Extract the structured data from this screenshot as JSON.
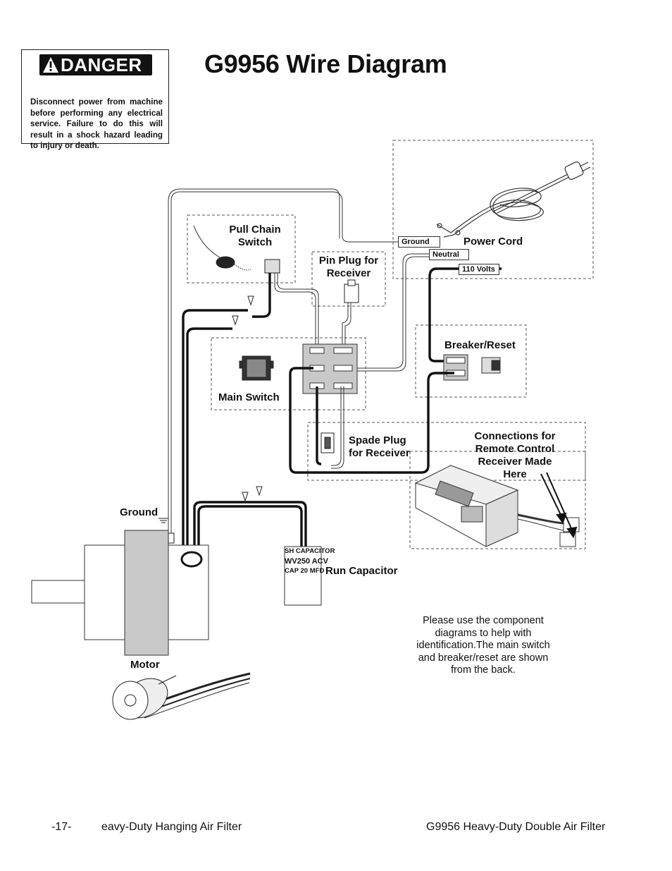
{
  "danger": {
    "label": "DANGER",
    "text": "Disconnect power from machine before performing any electrical service. Failure to do this will result in a shock hazard leading to injury or death."
  },
  "title": "G9956 Wire Diagram",
  "labels": {
    "pull_chain_switch": "Pull Chain Switch",
    "pin_plug": "Pin Plug for Receiver",
    "power_cord": "Power Cord",
    "ground_tag": "Ground",
    "neutral_tag": "Neutral",
    "volts_tag": "110 Volts",
    "breaker_reset": "Breaker/Reset",
    "main_switch": "Main Switch",
    "spade_plug": "Spade Plug for Receiver",
    "remote_connections": "Connections for Remote Control Receiver Made Here",
    "ground": "Ground",
    "run_capacitor": "Run Capacitor",
    "motor": "Motor"
  },
  "capacitor_text": [
    "SH CAPACITOR",
    "WV250 ACV",
    "CAP 20 MFD"
  ],
  "note": "Please use the component diagrams to help with identification.The main switch and breaker/reset are shown from the back.",
  "footer": {
    "page_number": "-17-",
    "left_text": "eavy-Duty Hanging Air Filter",
    "right_text": "G9956 Heavy-Duty Double Air Filter"
  },
  "colors": {
    "ink": "#111111",
    "box_gray": "#c8c8c8",
    "dash": "#555555"
  }
}
